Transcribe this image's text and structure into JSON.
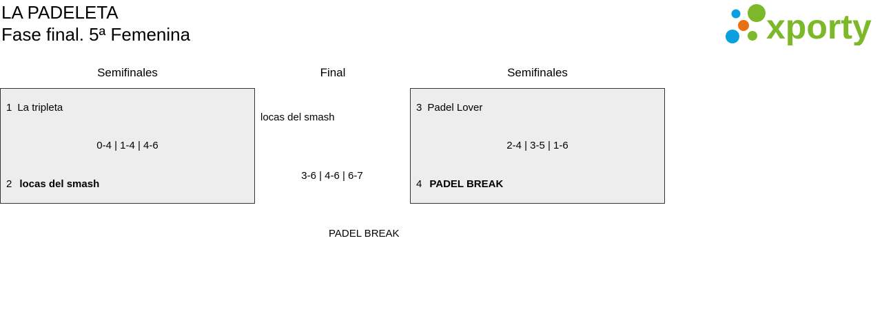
{
  "header": {
    "club": "LA PADELETA",
    "subtitle": "Fase final. 5ª Femenina",
    "logo_text": "xporty"
  },
  "rounds": {
    "left": "Semifinales",
    "final": "Final",
    "right": "Semifinales"
  },
  "semifinal_left": {
    "team1": {
      "seed": "1",
      "name": "La tripleta"
    },
    "team2": {
      "seed": "2",
      "name": "locas del smash"
    },
    "score": "0-4 | 1-4 | 4-6"
  },
  "semifinal_right": {
    "team1": {
      "seed": "3",
      "name": "Padel Lover"
    },
    "team2": {
      "seed": "4",
      "name": "PADEL BREAK"
    },
    "score": "2-4 | 3-5 | 1-6"
  },
  "final": {
    "team1": "locas del smash",
    "score": "3-6 | 4-6 | 6-7",
    "team2": "PADEL BREAK"
  },
  "colors": {
    "green": "#7cb82a",
    "blue": "#0aa0e0",
    "orange": "#e8700f",
    "box_bg": "#ededed"
  }
}
